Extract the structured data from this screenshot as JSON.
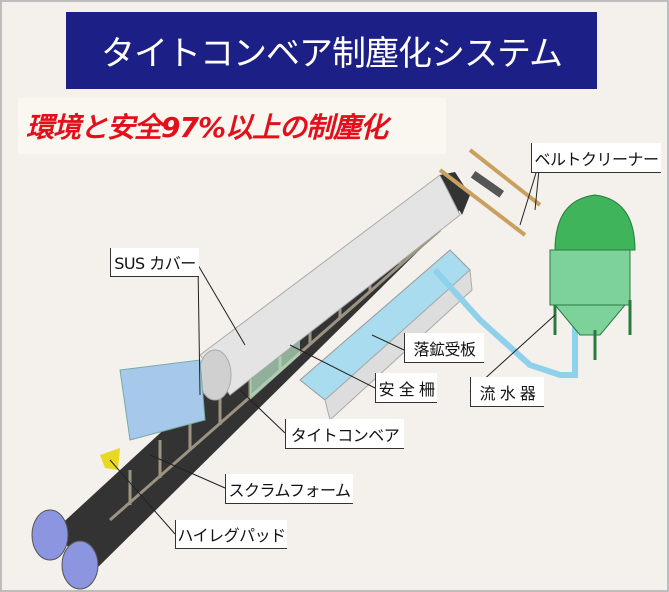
{
  "title": "タイトコンベア制塵化システム",
  "subtitle": "環境と安全97%以上の制塵化",
  "labels": {
    "belt_cleaner": "ベルトクリーナー",
    "sus_cover": "SUS カバー",
    "ore_drop_plate": "落鉱受板",
    "safety_fence": "安 全 柵",
    "water_flow": "流 水 器",
    "tight_conveyor": "タイトコンベア",
    "scrum_form": "スクラムフォーム",
    "high_leg_pad": "ハイレグパッド"
  },
  "colors": {
    "banner": "#1c1f85",
    "subtitle": "#e3101c",
    "tank": "#3fb45a",
    "pipe": "#8fd0ea"
  }
}
